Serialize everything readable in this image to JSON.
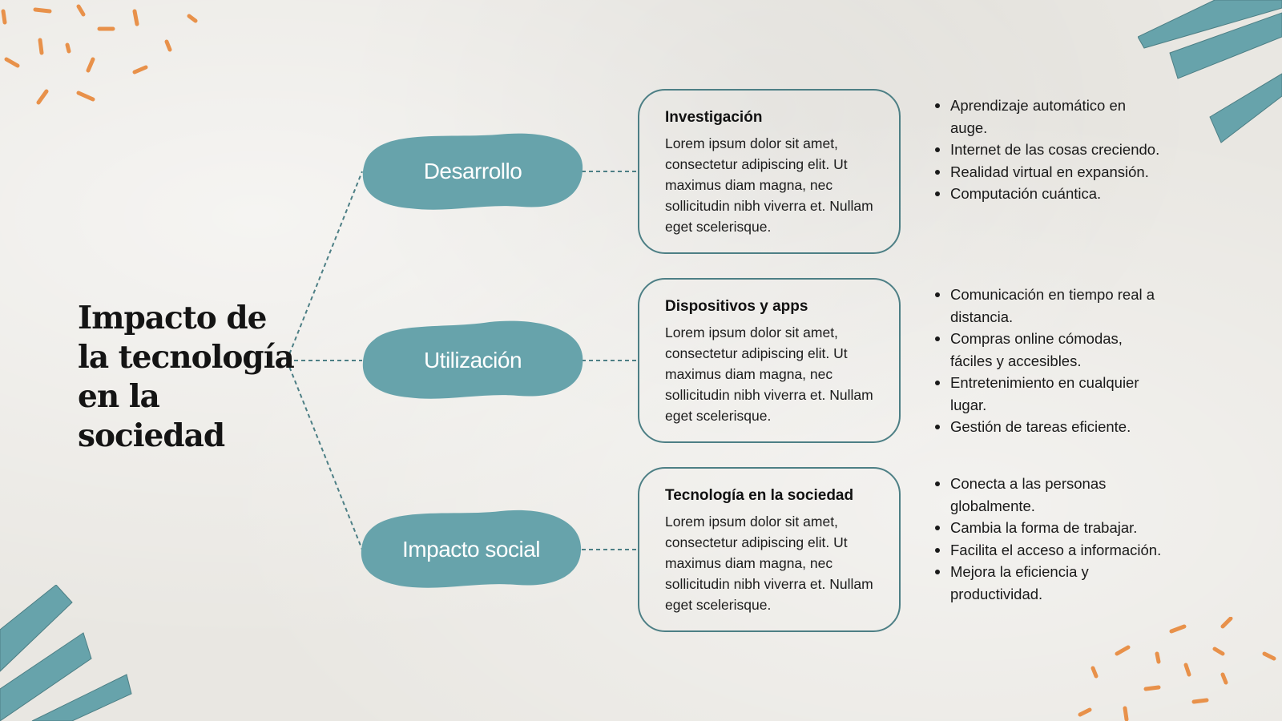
{
  "title": "Impacto de la tecnología en la sociedad",
  "colors": {
    "teal": "#67a3ab",
    "teal_dark": "#4d7f85",
    "orange": "#e8914a",
    "paper": "#e9e7e2"
  },
  "branches": [
    {
      "label": "Desarrollo",
      "card_title": "Investigación",
      "card_body": "Lorem ipsum dolor sit amet, consectetur adipiscing elit. Ut maximus diam magna, nec sollicitudin nibh viverra et. Nullam eget scelerisque.",
      "bullets": [
        "Aprendizaje automático en auge.",
        "Internet de las cosas creciendo.",
        "Realidad virtual en expansión.",
        "Computación cuántica."
      ]
    },
    {
      "label": "Utilización",
      "card_title": "Dispositivos y apps",
      "card_body": "Lorem ipsum dolor sit amet, consectetur adipiscing elit. Ut maximus diam magna, nec sollicitudin nibh viverra et. Nullam eget scelerisque.",
      "bullets": [
        "Comunicación en tiempo real a distancia.",
        "Compras online cómodas, fáciles y accesibles.",
        "Entretenimiento en cualquier lugar.",
        "Gestión de tareas eficiente."
      ]
    },
    {
      "label": "Impacto social",
      "card_title": "Tecnología en la sociedad",
      "card_body": "Lorem ipsum dolor sit amet, consectetur adipiscing elit. Ut maximus diam magna, nec sollicitudin nibh viverra et. Nullam eget scelerisque.",
      "bullets": [
        "Conecta a las personas globalmente.",
        "Cambia la forma de trabajar.",
        "Facilita el acceso a información.",
        "Mejora la eficiencia y productividad."
      ]
    }
  ]
}
